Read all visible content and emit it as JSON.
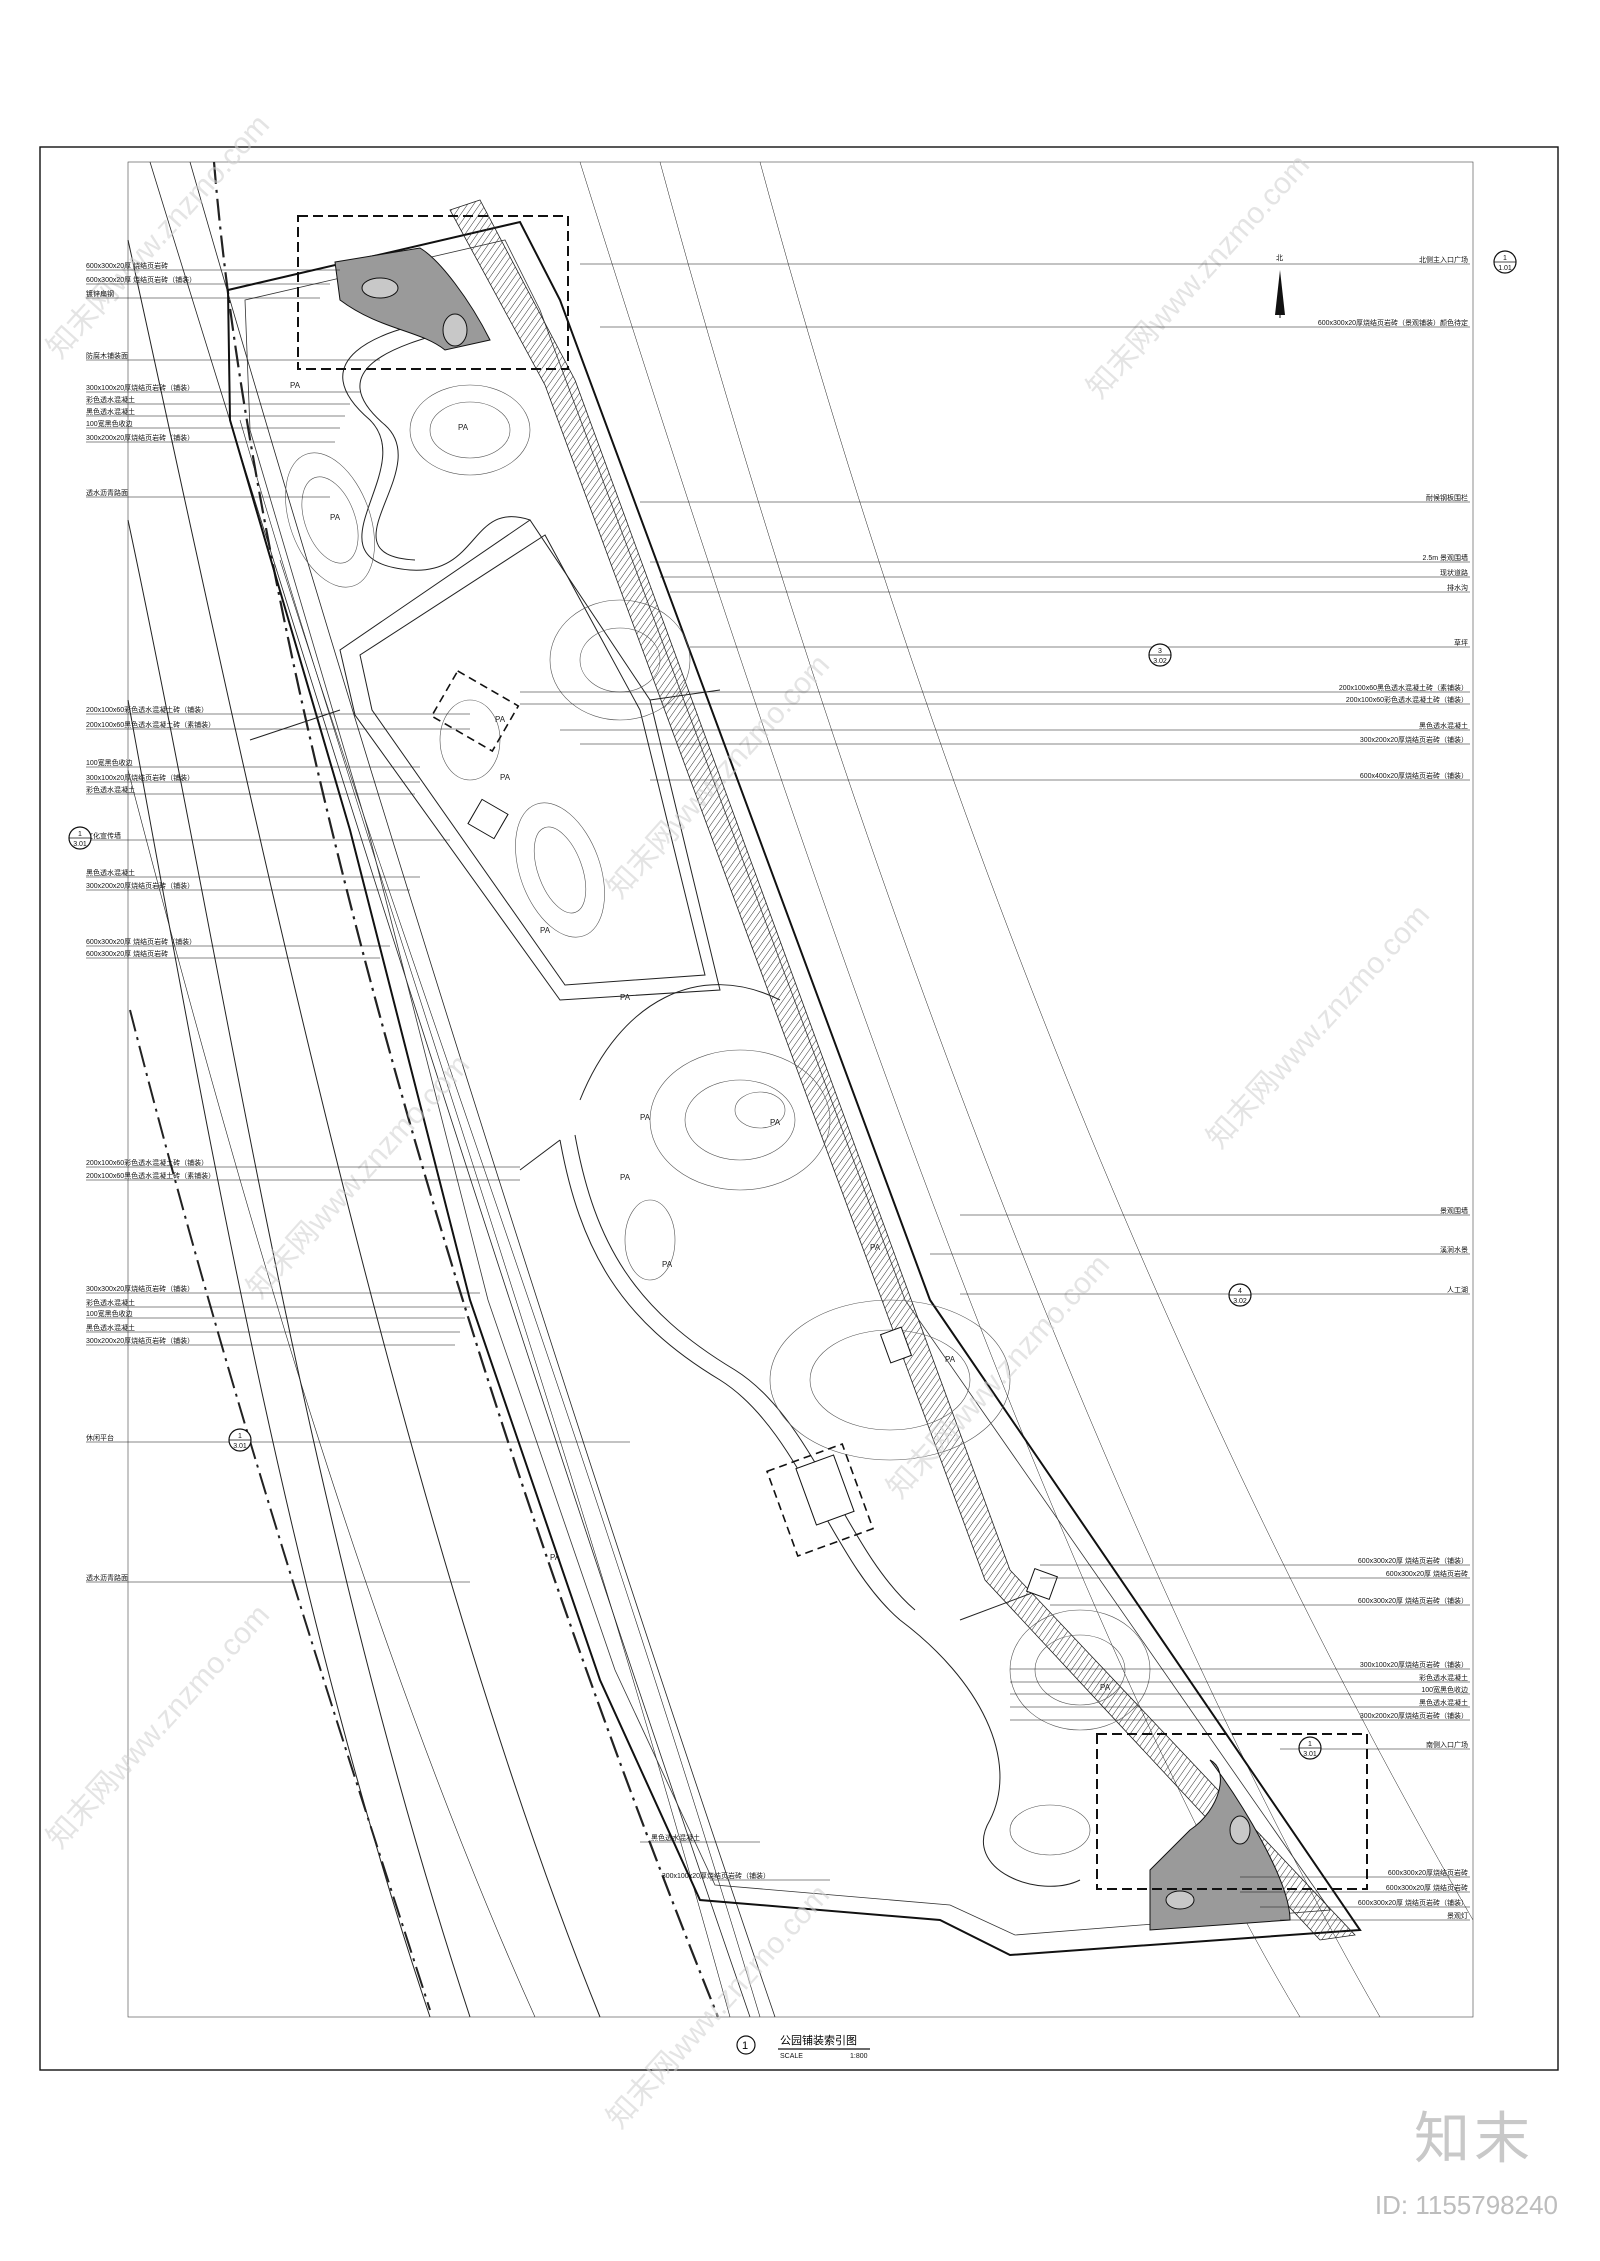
{
  "drawing": {
    "title": "公园铺装索引图",
    "scale_label": "SCALE",
    "scale_value": "1:800",
    "view_number": "1"
  },
  "labels_left": [
    "600x300x20厚 烧结页岩砖",
    "600x300x20厚 烧结页岩砖（铺装）",
    "镀锌扁钢",
    "防腐木铺装面",
    "300x100x20厚烧结页岩砖（铺装）",
    "彩色透水混凝土",
    "黑色透水混凝土",
    "100宽黑色收边",
    "300x200x20厚烧结页岩砖（铺装）",
    "透水沥青路面",
    "200x100x60彩色透水混凝土砖（铺装）",
    "200x100x60黑色透水混凝土砖（素铺装）",
    "100宽黑色收边",
    "300x100x20厚烧结页岩砖（铺装）",
    "彩色透水混凝土",
    "文化宣传墙",
    "黑色透水混凝土",
    "300x200x20厚烧结页岩砖（铺装）",
    "600x300x20厚 烧结页岩砖（铺装）",
    "600x300x20厚 烧结页岩砖",
    "200x100x60彩色透水混凝土砖（铺装）",
    "200x100x60黑色透水混凝土砖（素铺装）",
    "300x300x20厚烧结页岩砖（铺装）",
    "彩色透水混凝土",
    "100宽黑色收边",
    "黑色透水混凝土",
    "300x200x20厚烧结页岩砖（铺装）",
    "休闲平台",
    "透水沥青路面"
  ],
  "labels_right": [
    "北侧主入口广场",
    "600x300x20厚烧结页岩砖（景观铺装）颜色待定",
    "耐候钢板围栏",
    "2.5m 景观围墙",
    "现状道路",
    "排水沟",
    "草坪",
    "200x100x60黑色透水混凝土砖（素铺装）",
    "200x100x60彩色透水混凝土砖（铺装）",
    "黑色透水混凝土",
    "300x200x20厚烧结页岩砖（铺装）",
    "600x400x20厚烧结页岩砖（铺装）",
    "景观围墙",
    "溪涧水景",
    "人工湖",
    "600x300x20厚 烧结页岩砖（铺装）",
    "600x300x20厚 烧结页岩砖",
    "600x300x20厚 烧结页岩砖（铺装）",
    "300x100x20厚烧结页岩砖（铺装）",
    "彩色透水混凝土",
    "100宽黑色收边",
    "黑色透水混凝土",
    "300x200x20厚烧结页岩砖（铺装）",
    "南侧入口广场",
    "600x300x20厚烧结页岩砖",
    "600x300x20厚 烧结页岩砖",
    "600x300x20厚 烧结页岩砖（铺装）",
    "景观灯"
  ],
  "labels_bottom": [
    "黑色透水混凝土",
    "300x100x20厚烧结页岩砖（铺装）"
  ],
  "plant_area_label": "PA",
  "index_bubbles": [
    {
      "top": "1",
      "bottom": "1.01"
    },
    {
      "top": "3",
      "bottom": "3.02"
    },
    {
      "top": "1",
      "bottom": "3.01"
    },
    {
      "top": "4",
      "bottom": "3.02"
    },
    {
      "top": "1",
      "bottom": "3.01"
    },
    {
      "top": "1",
      "bottom": "3.01"
    }
  ],
  "north_label": "北",
  "watermark": "知末网www.znzmo.com",
  "brand": {
    "name": "知末",
    "id": "ID: 1155798240"
  }
}
